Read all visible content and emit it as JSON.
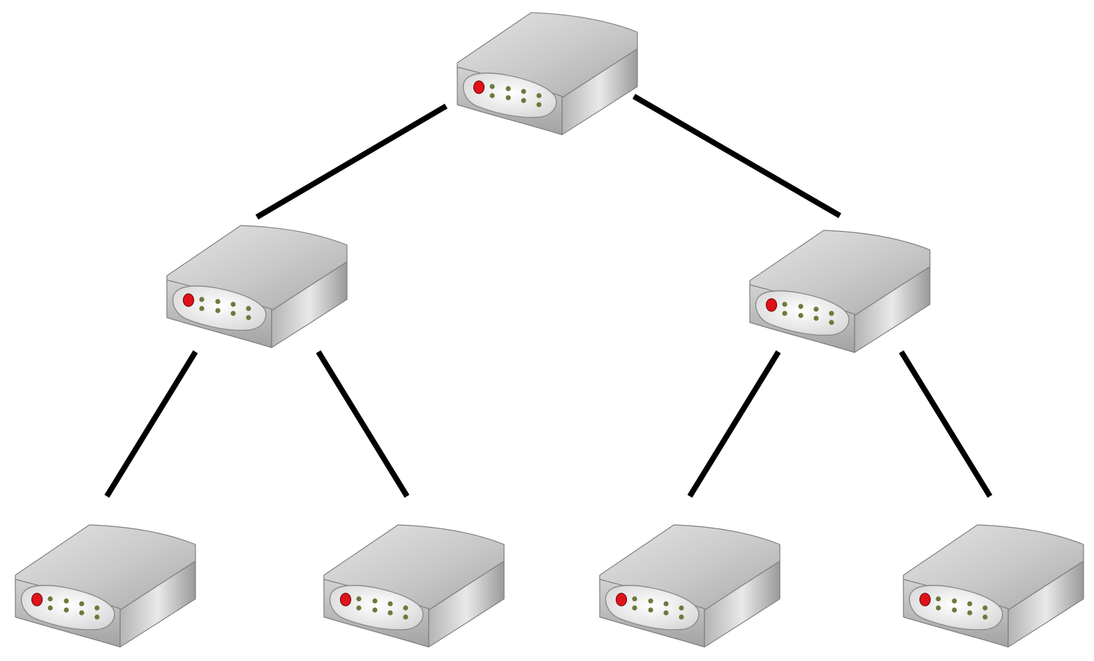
{
  "diagram": {
    "type": "tree-topology",
    "colors": {
      "background": "#ffffff",
      "link": "#000000",
      "device_body": "#c4c4c4",
      "power_led": "#e0121a",
      "port_led": "#6b7a3a"
    },
    "icons": {
      "device": "network-switch-icon"
    },
    "levels": [
      {
        "level": 0,
        "nodes": [
          "root"
        ]
      },
      {
        "level": 1,
        "nodes": [
          "mid-left",
          "mid-right"
        ]
      },
      {
        "level": 2,
        "nodes": [
          "leaf-1",
          "leaf-2",
          "leaf-3",
          "leaf-4"
        ]
      }
    ],
    "nodes": [
      {
        "id": "root",
        "parent": null
      },
      {
        "id": "mid-left",
        "parent": "root"
      },
      {
        "id": "mid-right",
        "parent": "root"
      },
      {
        "id": "leaf-1",
        "parent": "mid-left"
      },
      {
        "id": "leaf-2",
        "parent": "mid-left"
      },
      {
        "id": "leaf-3",
        "parent": "mid-right"
      },
      {
        "id": "leaf-4",
        "parent": "mid-right"
      }
    ],
    "edges": [
      {
        "from": "root",
        "to": "mid-left"
      },
      {
        "from": "root",
        "to": "mid-right"
      },
      {
        "from": "mid-left",
        "to": "leaf-1"
      },
      {
        "from": "mid-left",
        "to": "leaf-2"
      },
      {
        "from": "mid-right",
        "to": "leaf-3"
      },
      {
        "from": "mid-right",
        "to": "leaf-4"
      }
    ]
  }
}
